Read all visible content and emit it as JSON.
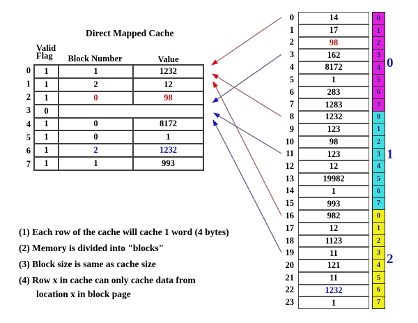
{
  "title": "Direct Mapped Cache",
  "cache": {
    "headers": {
      "valid_line1": "Valid",
      "valid_line2": "Flag",
      "block": "Block Number",
      "value": "Value"
    },
    "rows": [
      {
        "label": "0",
        "valid": "1",
        "block": "1",
        "value": "1232",
        "highlight": "none"
      },
      {
        "label": "1",
        "valid": "1",
        "block": "2",
        "value": "12",
        "highlight": "none"
      },
      {
        "label": "2",
        "valid": "1",
        "block": "0",
        "value": "98",
        "highlight": "red"
      },
      {
        "label": "3",
        "valid": "0",
        "block": "",
        "value": "",
        "highlight": "none"
      },
      {
        "label": "4",
        "valid": "1",
        "block": "0",
        "value": "8172",
        "highlight": "none"
      },
      {
        "label": "5",
        "valid": "1",
        "block": "0",
        "value": "1",
        "highlight": "none"
      },
      {
        "label": "6",
        "valid": "1",
        "block": "2",
        "value": "1232",
        "highlight": "blue"
      },
      {
        "label": "7",
        "valid": "1",
        "block": "1",
        "value": "993",
        "highlight": "none"
      }
    ]
  },
  "memory": {
    "rows": [
      {
        "address": "0",
        "value": "14",
        "offset": "0",
        "highlight": "none"
      },
      {
        "address": "1",
        "value": "17",
        "offset": "1",
        "highlight": "none"
      },
      {
        "address": "2",
        "value": "98",
        "offset": "2",
        "highlight": "red"
      },
      {
        "address": "3",
        "value": "162",
        "offset": "3",
        "highlight": "none"
      },
      {
        "address": "4",
        "value": "8172",
        "offset": "4",
        "highlight": "none"
      },
      {
        "address": "5",
        "value": "1",
        "offset": "5",
        "highlight": "none"
      },
      {
        "address": "6",
        "value": "283",
        "offset": "6",
        "highlight": "none"
      },
      {
        "address": "7",
        "value": "1283",
        "offset": "7",
        "highlight": "none"
      },
      {
        "address": "8",
        "value": "1232",
        "offset": "0",
        "highlight": "none"
      },
      {
        "address": "9",
        "value": "123",
        "offset": "1",
        "highlight": "none"
      },
      {
        "address": "10",
        "value": "98",
        "offset": "2",
        "highlight": "none"
      },
      {
        "address": "11",
        "value": "123",
        "offset": "3",
        "highlight": "none"
      },
      {
        "address": "12",
        "value": "12",
        "offset": "4",
        "highlight": "none"
      },
      {
        "address": "13",
        "value": "19982",
        "offset": "5",
        "highlight": "none"
      },
      {
        "address": "14",
        "value": "1",
        "offset": "6",
        "highlight": "none"
      },
      {
        "address": "15",
        "value": "993",
        "offset": "7",
        "highlight": "none"
      },
      {
        "address": "16",
        "value": "982",
        "offset": "0",
        "highlight": "none"
      },
      {
        "address": "17",
        "value": "12",
        "offset": "1",
        "highlight": "none"
      },
      {
        "address": "18",
        "value": "1123",
        "offset": "2",
        "highlight": "none"
      },
      {
        "address": "19",
        "value": "11",
        "offset": "3",
        "highlight": "none"
      },
      {
        "address": "20",
        "value": "121",
        "offset": "4",
        "highlight": "none"
      },
      {
        "address": "21",
        "value": "11",
        "offset": "5",
        "highlight": "none"
      },
      {
        "address": "22",
        "value": "1232",
        "offset": "6",
        "highlight": "blue"
      },
      {
        "address": "23",
        "value": "1",
        "offset": "7",
        "highlight": "none"
      }
    ],
    "blocks": [
      {
        "label": "0",
        "color": "#dd22dd"
      },
      {
        "label": "1",
        "color": "#44dddd"
      },
      {
        "label": "2",
        "color": "#eeee22"
      }
    ]
  },
  "notes": [
    {
      "text": "(1) Each row of the cache will cache 1 word (4 bytes)",
      "continuation": false
    },
    {
      "text": "(2) Memory is divided into \"blocks\"",
      "continuation": false
    },
    {
      "text": "(3) Block size is same as cache size",
      "continuation": false
    },
    {
      "text": "(4) Row x in cache can only cache data from",
      "continuation": false
    },
    {
      "text": "location x in block page",
      "continuation": true
    }
  ],
  "arrows": [
    {
      "from_location": "0",
      "color": "red"
    },
    {
      "from_location": "8",
      "color": "red"
    },
    {
      "from_location": "16",
      "color": "red"
    },
    {
      "from_location": "3",
      "color": "blue"
    },
    {
      "from_location": "11",
      "color": "blue"
    },
    {
      "from_location": "19",
      "color": "blue"
    }
  ],
  "colors": {
    "highlight_red": "#b51a1a",
    "highlight_blue": "#14149b",
    "index_digit": "#1e1e78",
    "block_label": "#1a1a9e",
    "arrow_red_line": "#9a6464",
    "arrow_red_head": "#cc1414",
    "arrow_blue_line": "#5f5f88",
    "arrow_blue_head": "#1e1eb4"
  }
}
